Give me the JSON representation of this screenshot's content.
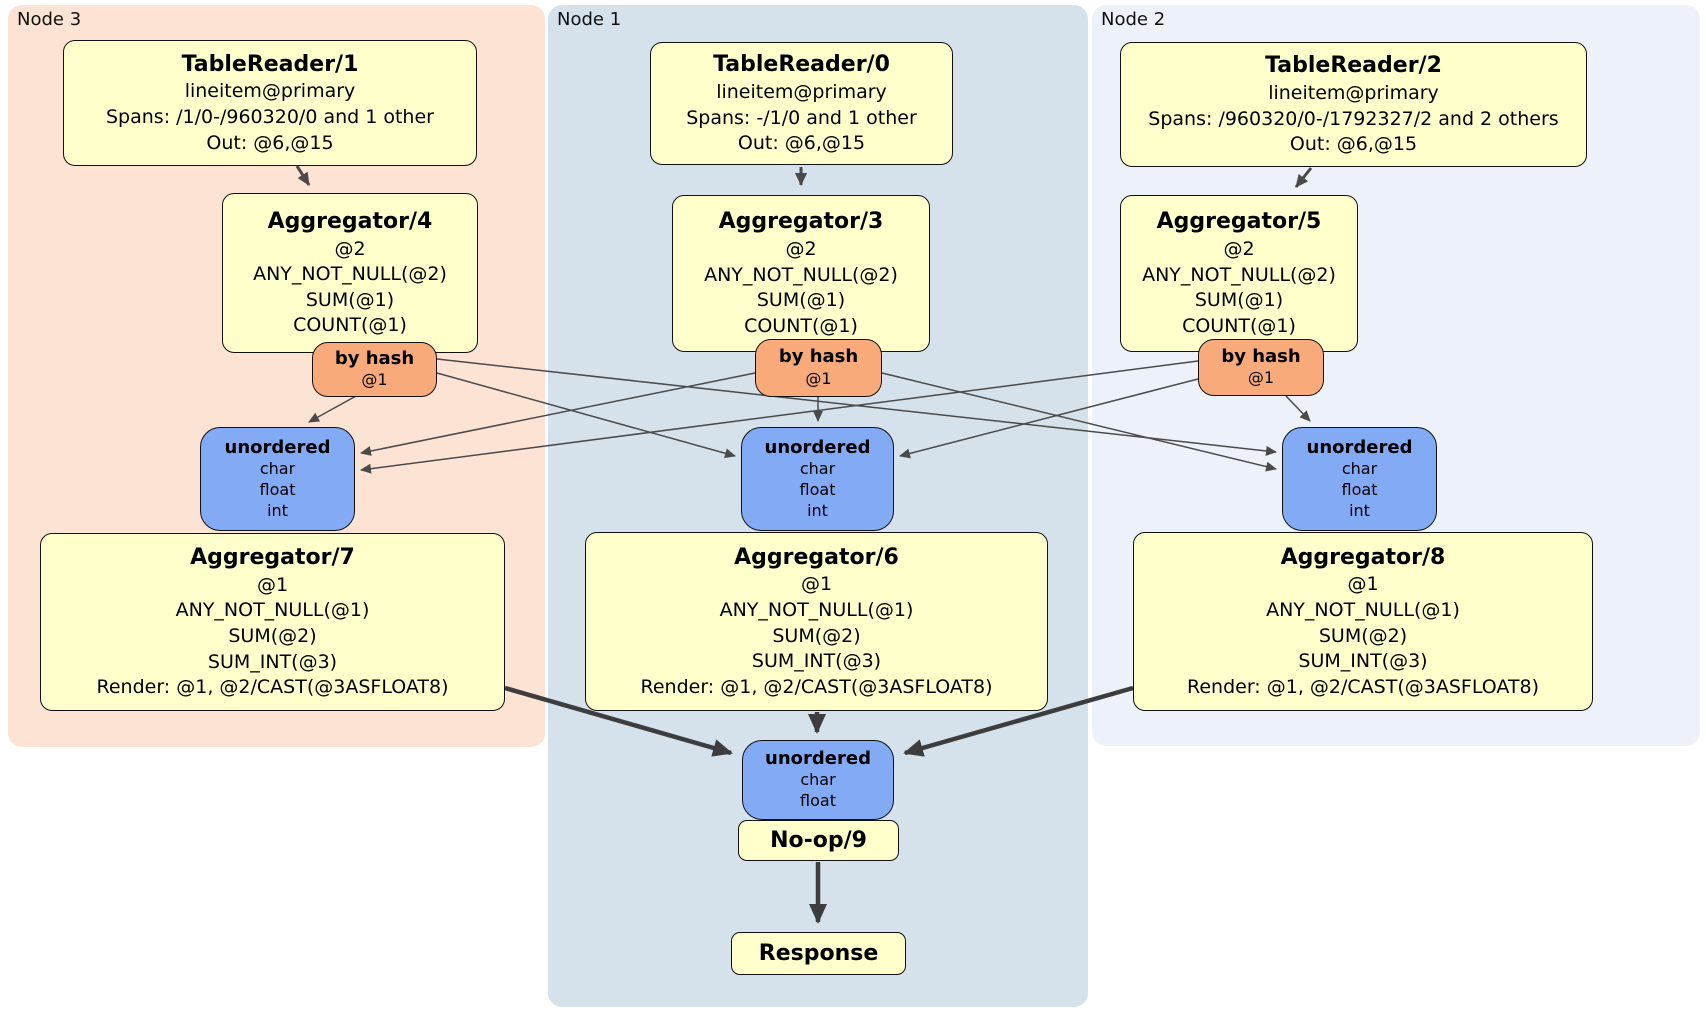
{
  "colors": {
    "panel_node3": "#fce3d4",
    "panel_node1": "#d6e2eb",
    "panel_node2": "#edf1f9",
    "box_fill": "#ffffcc",
    "hash_router_fill": "#f8aa7b",
    "sync_router_fill": "#82aaf5",
    "edge_color": "#4a4a4a"
  },
  "nodes": [
    {
      "label": "Node 3",
      "table_reader": {
        "title": "TableReader/1",
        "lines": [
          "lineitem@primary",
          "Spans: /1/0-/960320/0 and 1 other",
          "Out: @6,@15"
        ]
      },
      "aggregator": {
        "title": "Aggregator/4",
        "lines": [
          "@2",
          "ANY_NOT_NULL(@2)",
          "SUM(@1)",
          "COUNT(@1)"
        ]
      },
      "hash_router": {
        "title": "by hash",
        "lines": [
          "@1"
        ]
      },
      "sync": {
        "title": "unordered",
        "lines": [
          "char",
          "float",
          "int"
        ]
      },
      "final_aggregator": {
        "title": "Aggregator/7",
        "lines": [
          "@1",
          "ANY_NOT_NULL(@1)",
          "SUM(@2)",
          "SUM_INT(@3)",
          "Render: @1, @2/CAST(@3ASFLOAT8)"
        ]
      }
    },
    {
      "label": "Node 1",
      "table_reader": {
        "title": "TableReader/0",
        "lines": [
          "lineitem@primary",
          "Spans: -/1/0 and 1 other",
          "Out: @6,@15"
        ]
      },
      "aggregator": {
        "title": "Aggregator/3",
        "lines": [
          "@2",
          "ANY_NOT_NULL(@2)",
          "SUM(@1)",
          "COUNT(@1)"
        ]
      },
      "hash_router": {
        "title": "by hash",
        "lines": [
          "@1"
        ]
      },
      "sync": {
        "title": "unordered",
        "lines": [
          "char",
          "float",
          "int"
        ]
      },
      "final_aggregator": {
        "title": "Aggregator/6",
        "lines": [
          "@1",
          "ANY_NOT_NULL(@1)",
          "SUM(@2)",
          "SUM_INT(@3)",
          "Render: @1, @2/CAST(@3ASFLOAT8)"
        ]
      },
      "merge_sync": {
        "title": "unordered",
        "lines": [
          "char",
          "float"
        ]
      },
      "noop": {
        "title": "No-op/9"
      },
      "response": {
        "title": "Response"
      }
    },
    {
      "label": "Node 2",
      "table_reader": {
        "title": "TableReader/2",
        "lines": [
          "lineitem@primary",
          "Spans: /960320/0-/1792327/2 and 2 others",
          "Out: @6,@15"
        ]
      },
      "aggregator": {
        "title": "Aggregator/5",
        "lines": [
          "@2",
          "ANY_NOT_NULL(@2)",
          "SUM(@1)",
          "COUNT(@1)"
        ]
      },
      "hash_router": {
        "title": "by hash",
        "lines": [
          "@1"
        ]
      },
      "sync": {
        "title": "unordered",
        "lines": [
          "char",
          "float",
          "int"
        ]
      },
      "final_aggregator": {
        "title": "Aggregator/8",
        "lines": [
          "@1",
          "ANY_NOT_NULL(@1)",
          "SUM(@2)",
          "SUM_INT(@3)",
          "Render: @1, @2/CAST(@3ASFLOAT8)"
        ]
      }
    }
  ]
}
